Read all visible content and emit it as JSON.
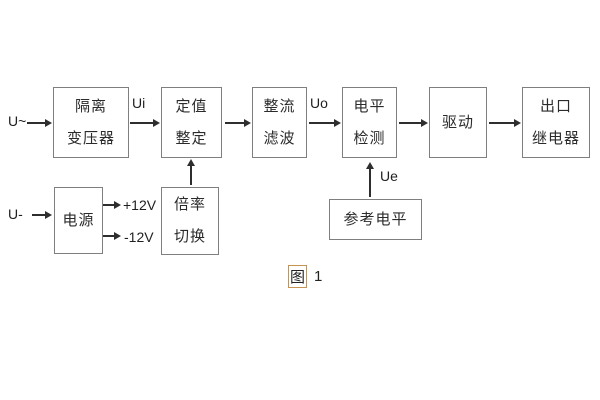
{
  "diagram": {
    "caption": {
      "figure_char": "图",
      "number": "1"
    },
    "labels": {
      "input_ac": "U~",
      "input_dc": "U-",
      "ui": "Ui",
      "uo": "Uo",
      "ue": "Ue",
      "plus12v": "+12V",
      "minus12v": "-12V"
    },
    "boxes": {
      "isolation_transformer": [
        "隔离",
        "变压器"
      ],
      "setting_adjust": [
        "定值",
        "整定"
      ],
      "rectify_filter": [
        "整流",
        "滤波"
      ],
      "level_detect": [
        "电平",
        "检测"
      ],
      "drive": [
        "驱动"
      ],
      "output_relay": [
        "出口",
        "继电器"
      ],
      "power_supply": [
        "电源"
      ],
      "ratio_switch": [
        "倍率",
        "切换"
      ],
      "reference_level": [
        "参考电平"
      ]
    },
    "colors": {
      "box_border": "#7f7f7f",
      "line": "#2e2e2e",
      "text": "#2b2b2b",
      "caption_box": "#c9924e",
      "background": "#ffffff"
    }
  }
}
